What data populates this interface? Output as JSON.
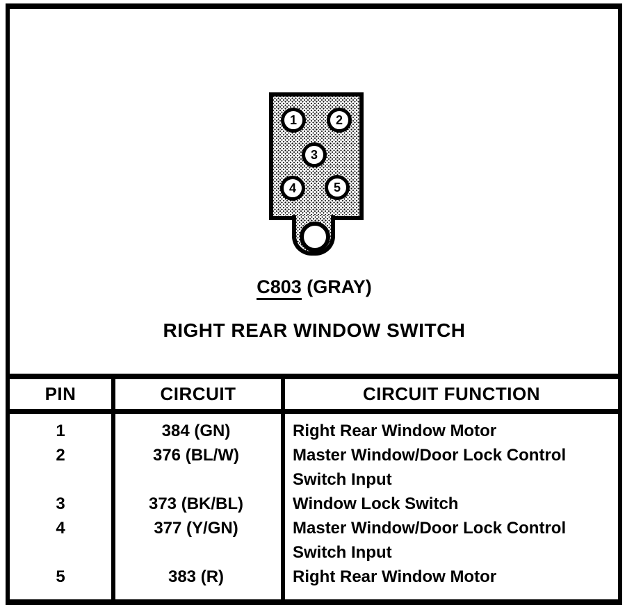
{
  "connector": {
    "id_label": "C803",
    "color_label": " (GRAY)",
    "name": "RIGHT REAR WINDOW SWITCH",
    "pins": [
      "1",
      "2",
      "3",
      "4",
      "5"
    ]
  },
  "table": {
    "headers": [
      "PIN",
      "CIRCUIT",
      "CIRCUIT FUNCTION"
    ],
    "rows": [
      {
        "pin": "1",
        "circuit": "384 (GN)",
        "function": "Right Rear Window Motor"
      },
      {
        "pin": "2",
        "circuit": "376 (BL/W)",
        "function": "Master Window/Door Lock Control Switch Input"
      },
      {
        "pin": "3",
        "circuit": "373 (BK/BL)",
        "function": "Window Lock Switch"
      },
      {
        "pin": "4",
        "circuit": "377 (Y/GN)",
        "function": "Master Window/Door Lock Control Switch Input"
      },
      {
        "pin": "5",
        "circuit": "383 (R)",
        "function": "Right Rear Window Motor"
      }
    ]
  },
  "colors": {
    "ink": "#000000",
    "paper": "#ffffff"
  }
}
